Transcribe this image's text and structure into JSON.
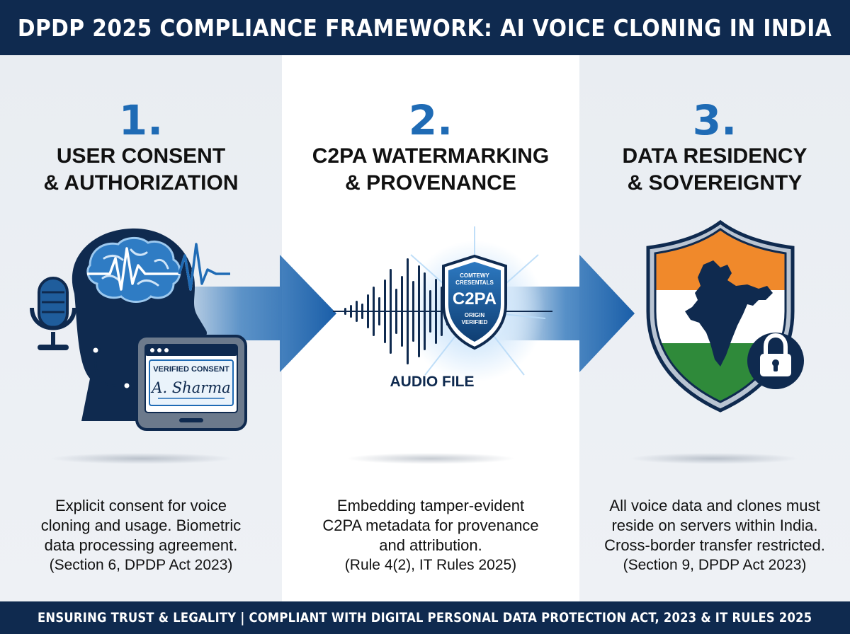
{
  "header": {
    "title": "DPDP 2025 COMPLIANCE FRAMEWORK: AI VOICE CLONING IN INDIA"
  },
  "steps": [
    {
      "number": "1.",
      "title_line1": "USER CONSENT",
      "title_line2": "& AUTHORIZATION",
      "desc_line1": "Explicit consent for voice",
      "desc_line2": "cloning and usage. Biometric",
      "desc_line3": "data processing agreement.",
      "citation": "(Section 6, DPDP Act 2023)",
      "tablet_label": "VERIFIED CONSENT",
      "signature": "A. Sharma"
    },
    {
      "number": "2.",
      "title_line1": "C2PA WATERMARKING",
      "title_line2": "& PROVENANCE",
      "desc_line1": "Embedding tamper-evident",
      "desc_line2": "C2PA metadata for provenance",
      "desc_line3": "and attribution.",
      "citation": "(Rule 4(2), IT Rules 2025)",
      "audio_label": "AUDIO FILE",
      "shield_top_line1": "COMTEWY",
      "shield_top_line2": "CRESENTALS",
      "shield_main": "C2PA",
      "shield_bottom_line1": "ORIGIN",
      "shield_bottom_line2": "VERIFIED"
    },
    {
      "number": "3.",
      "title_line1": "DATA RESIDENCY",
      "title_line2": "& SOVEREIGNTY",
      "desc_line1": "All voice data and clones must",
      "desc_line2": "reside on servers within India.",
      "desc_line3": "Cross-border transfer restricted.",
      "citation": "(Section 9, DPDP Act 2023)"
    }
  ],
  "footer": {
    "text": "ENSURING TRUST & LEGALITY | COMPLIANT WITH DIGITAL PERSONAL DATA PROTECTION ACT, 2023 & IT RULES 2025"
  },
  "colors": {
    "navy": "#0f2a4f",
    "accent_blue": "#1f6bb5",
    "saffron": "#f0892b",
    "india_green": "#2f8a3a"
  },
  "icons": [
    "head-profile-icon",
    "brain-icon",
    "microphone-icon",
    "tablet-icon",
    "waveform-icon",
    "c2pa-shield-icon",
    "india-shield-icon",
    "padlock-icon",
    "arrow-right-icon"
  ]
}
